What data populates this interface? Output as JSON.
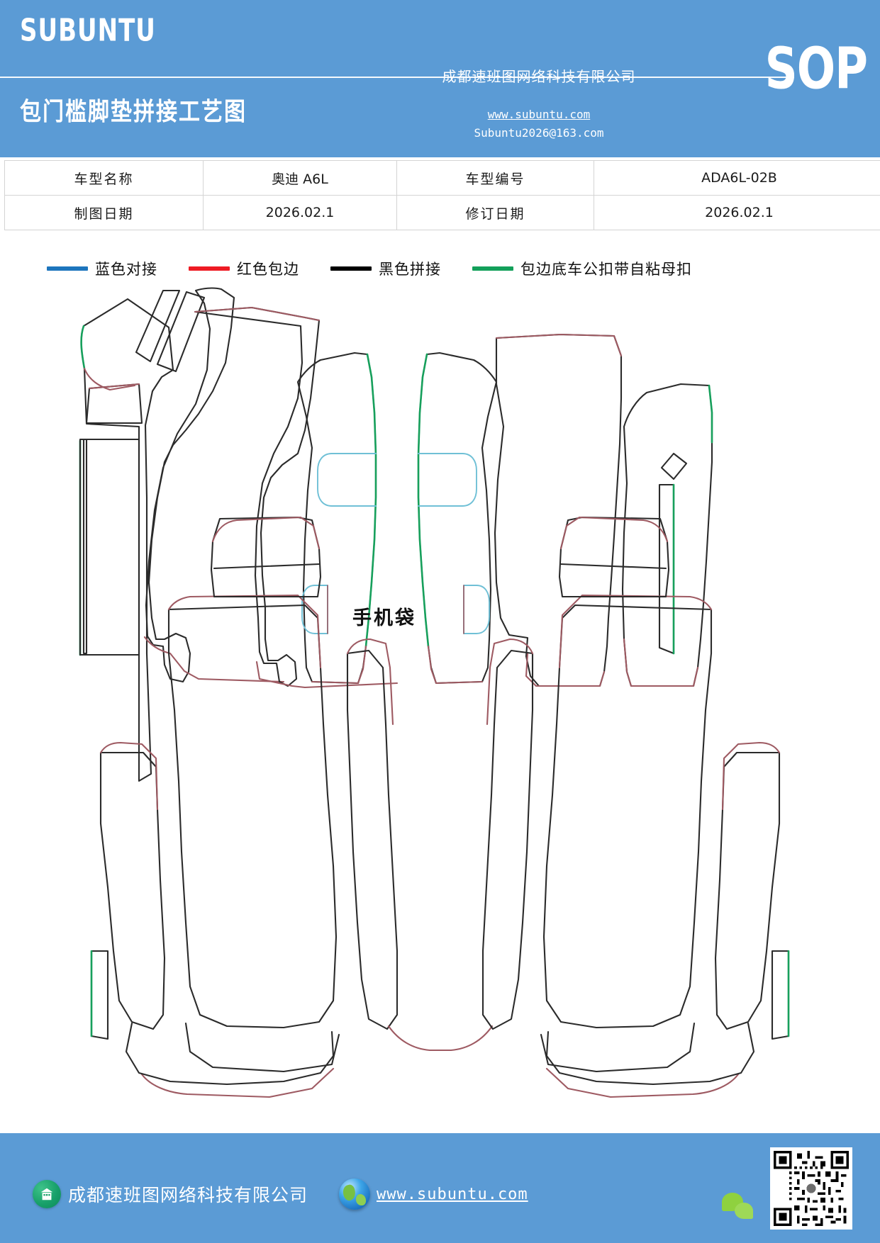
{
  "header": {
    "brand": "SUBUNTU",
    "doc_title": "包门槛脚垫拼接工艺图",
    "company": "成都速班图网络科技有限公司",
    "badge": "SOP",
    "url": "www.subuntu.com",
    "email": "Subuntu2026@163.com"
  },
  "info_table": {
    "rows": [
      {
        "label1": "车型名称",
        "value1": "奥迪 A6L",
        "label2": "车型编号",
        "value2": "ADA6L-02B"
      },
      {
        "label1": "制图日期",
        "value1": "2026.02.1",
        "label2": "修订日期",
        "value2": "2026.02.1"
      }
    ]
  },
  "legend": {
    "items": [
      {
        "label": "蓝色对接",
        "color": "#1d75bd",
        "icon": "line-swatch-blue"
      },
      {
        "label": "红色包边",
        "color": "#ee1b24",
        "icon": "line-swatch-red"
      },
      {
        "label": "黑色拼接",
        "color": "#000000",
        "icon": "line-swatch-black"
      },
      {
        "label": "包边底车公扣带自粘母扣",
        "color": "#13a05a",
        "icon": "line-swatch-green"
      }
    ]
  },
  "drawing": {
    "pocket_label": "手机袋",
    "stroke_colors": {
      "black_seam": "#2b2b2b",
      "red_edge": "#9e5a62",
      "green_hook": "#17a05c",
      "blue_butt": "#6fc0d6"
    },
    "panels_top": [
      "left-sill-strip",
      "left-small-tab",
      "left-kick-panel",
      "left-upper-wedge-a",
      "left-upper-wedge-b",
      "left-front-mat",
      "left-door-panel",
      "right-door-panel",
      "right-front-mat",
      "right-kick-panel",
      "right-sill-strip"
    ],
    "panels_bottom": [
      "left-rear-mat",
      "left-rear-side",
      "left-rear-sill",
      "center-tunnel",
      "right-rear-mat",
      "right-rear-side",
      "right-rear-sill"
    ],
    "phone_pockets": 2
  },
  "footer": {
    "company": "成都速班图网络科技有限公司",
    "company_icon": "building-icon",
    "website": "www.subuntu.com",
    "website_icon": "globe-icon",
    "wechat_icon": "wechat-icon",
    "qr_icon": "qr-code"
  },
  "colors": {
    "brand_blue": "#5b9bd5",
    "table_border": "#d4d4d4",
    "page_bg": "#ffffff"
  }
}
